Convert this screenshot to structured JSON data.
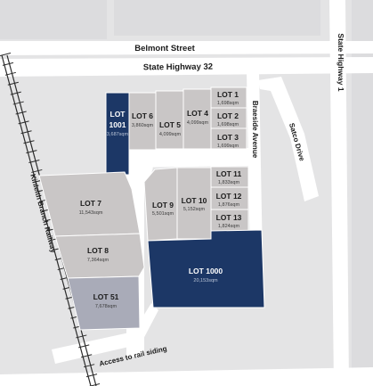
{
  "colors": {
    "background": "#e4e4e5",
    "road": "#ffffff",
    "road_edge": "#cfcfd1",
    "lot": "#c9c6c6",
    "lot_alt": "#cbc8c8",
    "lot_highlight": "#a9abb8",
    "lot_featured": "#1c3766",
    "lot_border": "#ffffff",
    "railway": "#2b2b2b"
  },
  "roads": {
    "belmont": "Belmont Street",
    "highway32": "State Highway 32",
    "highway1": "State Highway 1",
    "braeside": "Braeside Avenue",
    "satco": "Satco Drive",
    "railway": "Kinleith Branch Railway",
    "rail_access": "Access to rail siding"
  },
  "lots": [
    {
      "id": "lot-1001",
      "name": "LOT 1001",
      "area": "3,687sqm",
      "style": "featured"
    },
    {
      "id": "lot-6",
      "name": "LOT 6",
      "area": "3,860sqm",
      "style": "lot"
    },
    {
      "id": "lot-5",
      "name": "LOT 5",
      "area": "4,099sqm",
      "style": "lot"
    },
    {
      "id": "lot-4",
      "name": "LOT 4",
      "area": "4,099sqm",
      "style": "lot"
    },
    {
      "id": "lot-1",
      "name": "LOT 1",
      "area": "1,698sqm",
      "style": "lot"
    },
    {
      "id": "lot-2",
      "name": "LOT 2",
      "area": "1,698sqm",
      "style": "lot"
    },
    {
      "id": "lot-3",
      "name": "LOT 3",
      "area": "1,699sqm",
      "style": "lot"
    },
    {
      "id": "lot-7",
      "name": "LOT 7",
      "area": "11,543sqm",
      "style": "lot"
    },
    {
      "id": "lot-8",
      "name": "LOT 8",
      "area": "7,364sqm",
      "style": "lot"
    },
    {
      "id": "lot-51",
      "name": "LOT 51",
      "area": "7,678sqm",
      "style": "highlight"
    },
    {
      "id": "lot-9",
      "name": "LOT 9",
      "area": "5,501sqm",
      "style": "lot"
    },
    {
      "id": "lot-10",
      "name": "LOT 10",
      "area": "5,152sqm",
      "style": "lot"
    },
    {
      "id": "lot-11",
      "name": "LOT 11",
      "area": "1,833sqm",
      "style": "lot"
    },
    {
      "id": "lot-12",
      "name": "LOT 12",
      "area": "1,876sqm",
      "style": "lot"
    },
    {
      "id": "lot-13",
      "name": "LOT 13",
      "area": "1,824sqm",
      "style": "lot"
    },
    {
      "id": "lot-1000",
      "name": "LOT 1000",
      "area": "20,153sqm",
      "style": "featured"
    }
  ]
}
